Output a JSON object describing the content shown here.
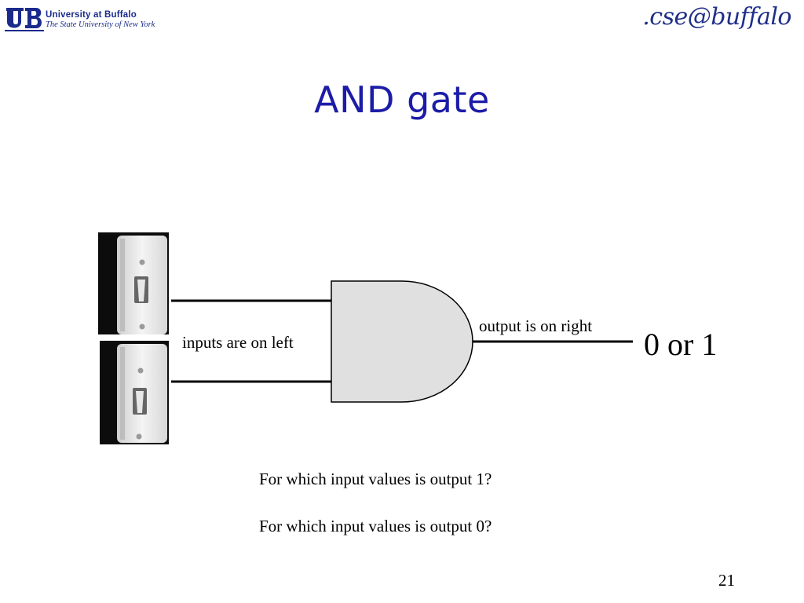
{
  "header": {
    "university_name": "University at Buffalo",
    "university_subtitle": "The State University of New York",
    "department_logo_text": ".cse@buffalo"
  },
  "slide": {
    "title": "AND gate",
    "inputs_label": "inputs are on left",
    "output_label": "output is on right",
    "output_value": "0 or 1",
    "question_1": "For which input values is output 1?",
    "question_2": "For which input values is output 0?",
    "page_number": "21"
  },
  "colors": {
    "title": "#1c1ca8",
    "ub_blue": "#1a2b8c",
    "gate_fill": "#e0e0e0",
    "wire": "#000000"
  },
  "icons": {
    "ub_logo": "ub-monogram-icon",
    "switch": "light-switch-icon",
    "gate": "and-gate-icon"
  }
}
